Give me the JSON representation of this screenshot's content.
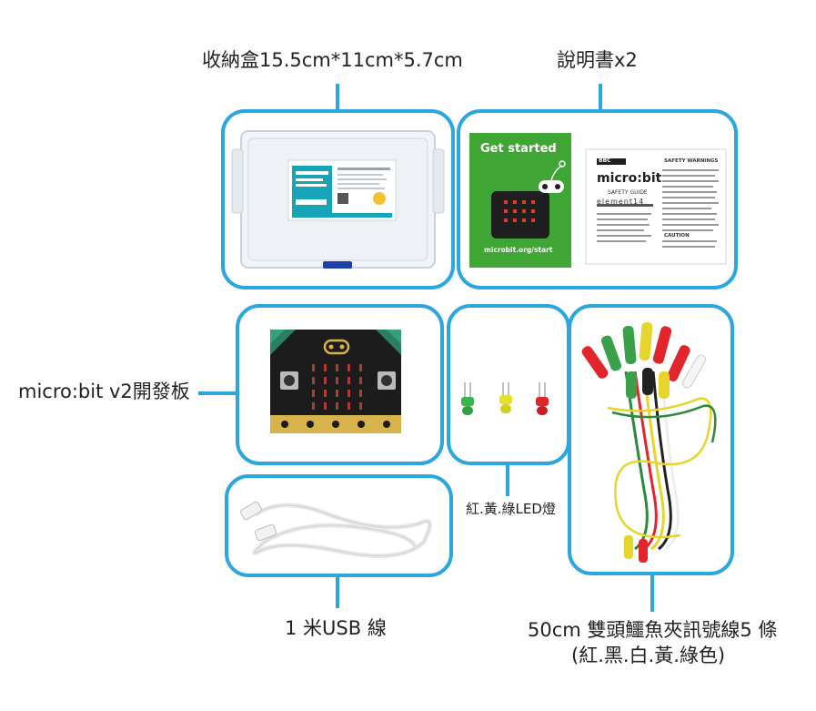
{
  "labels": {
    "box": "收納盒15.5cm*11cm*5.7cm",
    "manual": "說明書x2",
    "board": "micro:bit v2開發板",
    "led": "紅.黃.綠LED燈",
    "usb": "1 米USB 線",
    "clips_line1": "50cm 雙頭鱷魚夾訊號線5 條",
    "clips_line2": "(紅.黑.白.黃.綠色)"
  },
  "manual": {
    "get_started": "Get started",
    "url": "microbit.org/start",
    "brand": "micro:bit",
    "guide": "SAFETY GUIDE",
    "element": "element14",
    "bbc": "BBC",
    "warnings": "SAFETY WARNINGS",
    "caution": "CAUTION"
  },
  "colors": {
    "accent": "#2aa7e0",
    "green_card": "#3fa535",
    "board_black": "#1c1c1c",
    "gold": "#d8b24a"
  }
}
